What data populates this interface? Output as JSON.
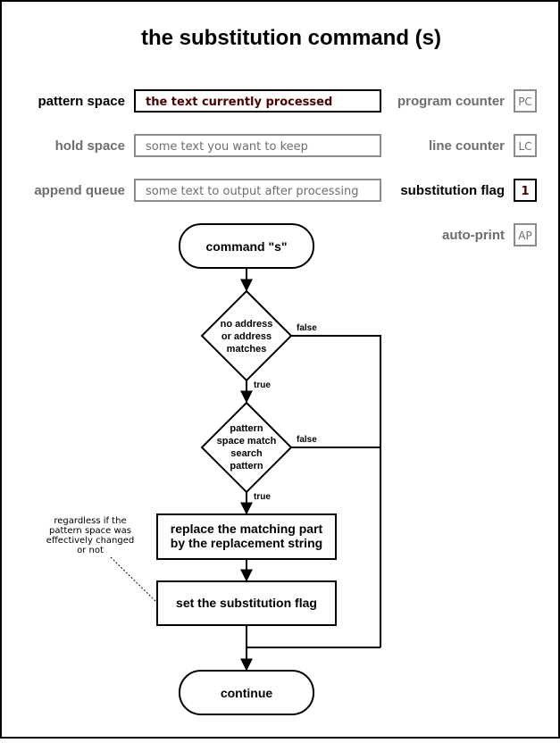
{
  "title": "the substitution command (s)",
  "registers": {
    "pattern_space": {
      "label": "pattern space",
      "value": "the text currently processed"
    },
    "hold_space": {
      "label": "hold space",
      "value": "some text you want to keep"
    },
    "append_queue": {
      "label": "append queue",
      "value": "some text to output after processing"
    },
    "program_counter": {
      "label": "program counter",
      "value": "PC"
    },
    "line_counter": {
      "label": "line counter",
      "value": "LC"
    },
    "substitution_flag": {
      "label": "substitution flag",
      "value": "1"
    },
    "auto_print": {
      "label": "auto-print",
      "value": "AP"
    }
  },
  "flow": {
    "start": "command \"s\"",
    "decision1": [
      "no address",
      "or address",
      "matches"
    ],
    "decision2": [
      "pattern",
      "space match",
      "search",
      "pattern"
    ],
    "process1": [
      "replace the matching part",
      "by the replacement string"
    ],
    "process2": "set the substitution flag",
    "end": "continue",
    "true_label": "true",
    "false_label": "false"
  },
  "annotation": [
    "regardless if the",
    "pattern space was",
    "effectively changed",
    "or not"
  ],
  "colors": {
    "active": "#000000",
    "inactive": "#6e6e6e",
    "inactive_border": "#8c8c8c",
    "pattern_text": "#4a0000"
  }
}
